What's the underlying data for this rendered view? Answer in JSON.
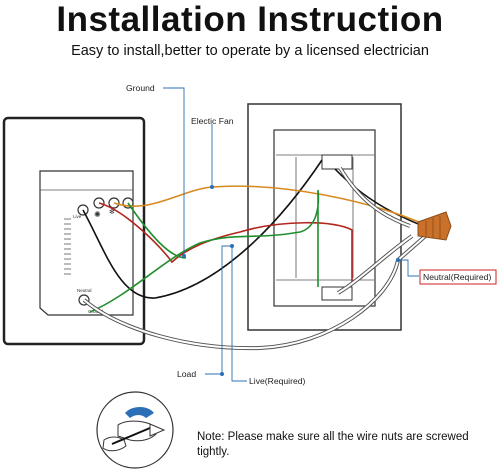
{
  "header": {
    "title": "Installation Instruction",
    "subtitle": "Easy to install,better to operate by a licensed electrician"
  },
  "labels": {
    "ground": "Ground",
    "electric_fan": "Electic Fan",
    "neutral_required": "Neutral(Required)",
    "load": "Load",
    "live_required": "Live(Required)",
    "switch_live": "Live",
    "switch_neutral": "Neutral",
    "switch_ground": "Ground"
  },
  "note": {
    "text": "Note: Please make sure all the wire nuts are screwed tightly."
  },
  "colors": {
    "ground_wire": "#1f8f2e",
    "fan_wire": "#d98a1e",
    "load_wire": "#b3261e",
    "live_wire": "#111111",
    "leader_line": "#2b6fb6",
    "wire_nut": "#c9712a",
    "neutral_box": "#cc2222"
  }
}
